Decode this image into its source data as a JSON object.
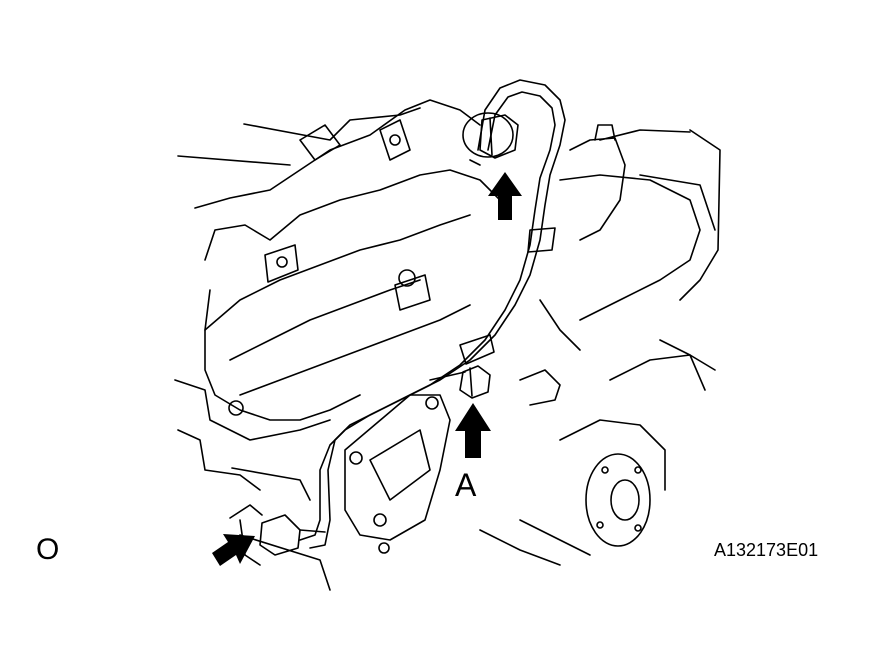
{
  "labels": {
    "callout_a": "A",
    "view_marker": "O",
    "figure_id": "A132173E01"
  },
  "colors": {
    "ink": "#000000",
    "paper": "#ffffff"
  },
  "icons": {
    "arrow_top": "arrow-up-icon",
    "arrow_mid": "arrow-up-icon",
    "arrow_left": "arrow-diagonal-icon"
  }
}
